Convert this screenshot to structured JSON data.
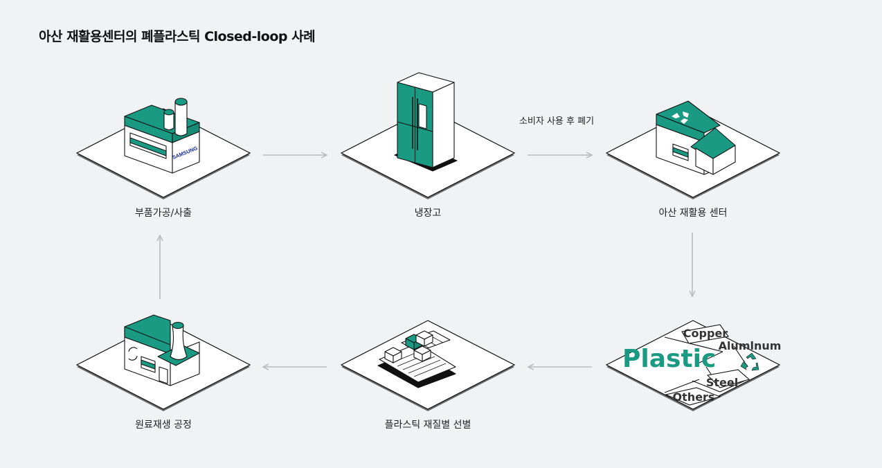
{
  "title": "아산 재활용센터의 폐플라스틱 Closed-loop 사례",
  "colors": {
    "accent": "#1a9a82",
    "plate": "#ffffff",
    "stroke": "#111111",
    "arrow": "#b9bcc0",
    "background": "#f1f2f4"
  },
  "nodes": [
    {
      "id": "factory",
      "label": "부품가공/사출",
      "brand": "SAMSUNG",
      "icon": "factory-icon"
    },
    {
      "id": "fridge",
      "label": "냉장고",
      "icon": "refrigerator-icon"
    },
    {
      "id": "recycle_center",
      "label": "아산 재활용 센터",
      "icon": "recycling-center-icon"
    },
    {
      "id": "materials",
      "label": "",
      "icon": "material-sorting-map-icon"
    },
    {
      "id": "sorting",
      "label": "플라스틱 재질별 선별",
      "icon": "conveyor-sorting-icon"
    },
    {
      "id": "regeneration",
      "label": "원료재생 공정",
      "icon": "regeneration-plant-icon"
    }
  ],
  "edges": [
    {
      "from": "factory",
      "to": "fridge",
      "label": ""
    },
    {
      "from": "fridge",
      "to": "recycle_center",
      "label": "소비자 사용 후 폐기"
    },
    {
      "from": "recycle_center",
      "to": "materials",
      "label": ""
    },
    {
      "from": "materials",
      "to": "sorting",
      "label": ""
    },
    {
      "from": "sorting",
      "to": "regeneration",
      "label": ""
    },
    {
      "from": "regeneration",
      "to": "factory",
      "label": ""
    }
  ],
  "materials": {
    "plastic": "Plastic",
    "copper": "Copper",
    "aluminum": "Alumlnum",
    "steel": "Steel",
    "others": "Others"
  }
}
